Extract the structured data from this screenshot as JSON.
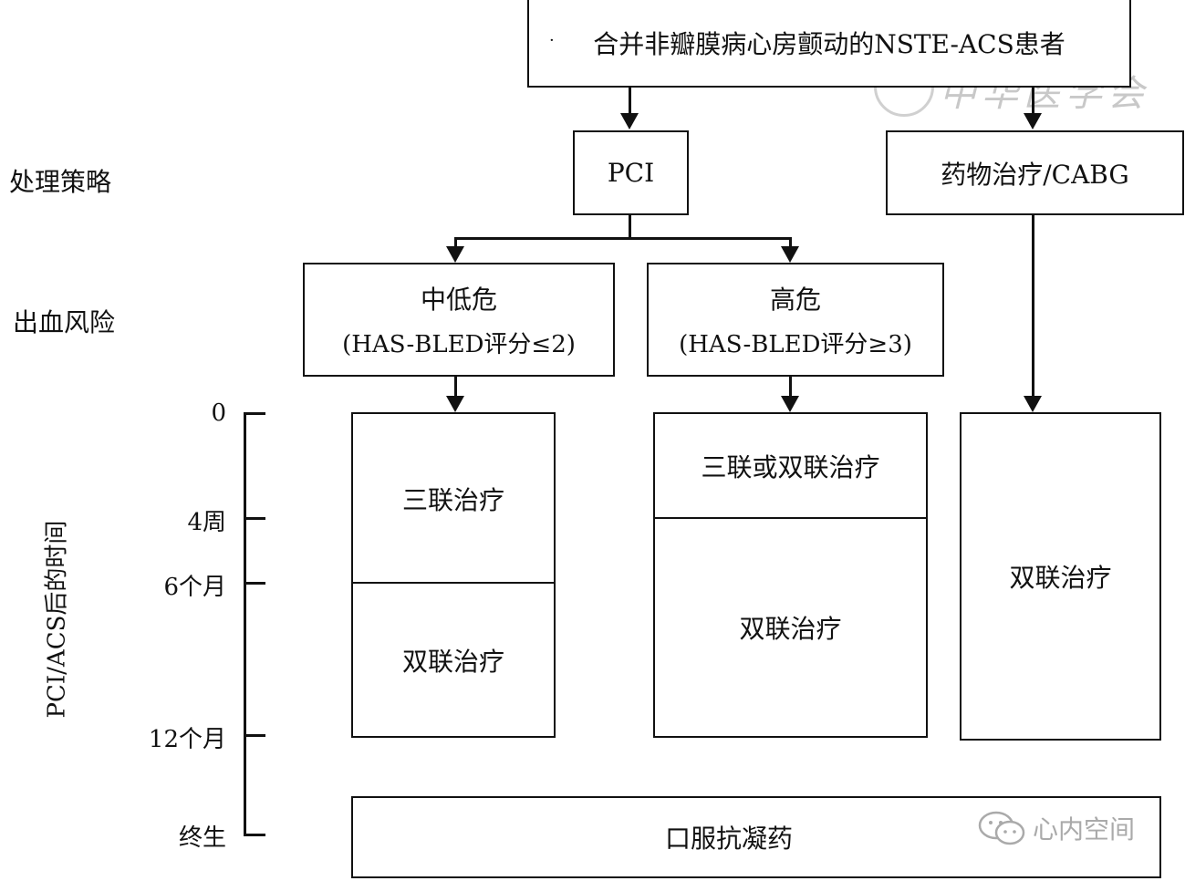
{
  "top_box": "合并非瓣膜病心房颤动的NSTE-ACS患者",
  "top_dot": "·",
  "pci_box": "PCI",
  "med_box": "药物治疗/CABG",
  "row_labels": {
    "strategy": "处理策略",
    "bleeding": "出血风险"
  },
  "risk_low": {
    "title": "中低危",
    "score": "(HAS-BLED评分≤2)"
  },
  "risk_high": {
    "title": "高危",
    "score": "(HAS-BLED评分≥3)"
  },
  "timeline": {
    "axis_label": "PCI/ACS后的时间",
    "ticks": [
      "0",
      "4周",
      "6个月",
      "12个月",
      "终生"
    ]
  },
  "col_low": {
    "upper": "三联治疗",
    "lower": "双联治疗"
  },
  "col_high": {
    "upper": "三联或双联治疗",
    "lower": "双联治疗"
  },
  "col_med": {
    "single": "双联治疗"
  },
  "bottom_box": "口服抗凝药",
  "watermarks": {
    "top_right": "中华医学会",
    "bottom_right": "心内空间"
  },
  "colors": {
    "line": "#111111",
    "watermark": "#c8c8c8"
  }
}
